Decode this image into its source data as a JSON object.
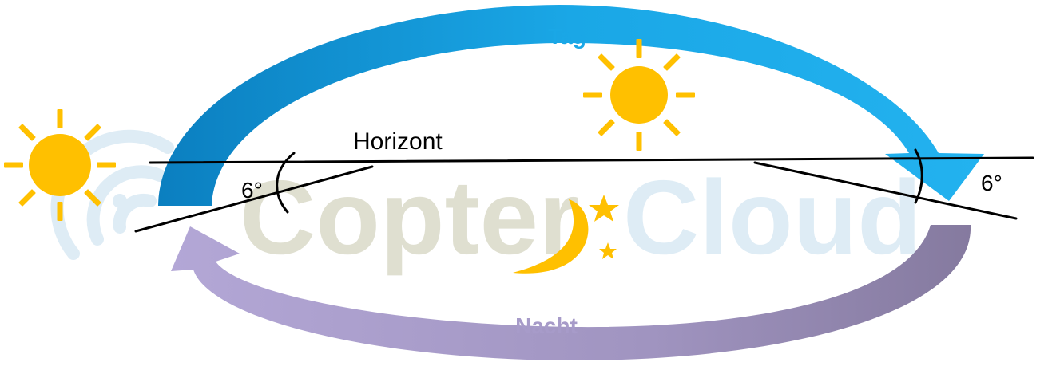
{
  "labels": {
    "day": "Tag",
    "night": "Nacht",
    "horizon": "Horizont",
    "angle_left": "6°",
    "angle_right": "6°"
  },
  "watermark": {
    "part1": "Copter",
    "part2": "Cloud"
  },
  "colors": {
    "day_arrow": "#1aa7e6",
    "day_arrow_dark": "#0b7fc0",
    "night_arrow": "#a79bc9",
    "night_arrow_dark": "#8b7fa8",
    "sun": "#ffc000",
    "moon": "#ffc000",
    "line": "#000000",
    "watermark_grey": "#dcdccc",
    "watermark_blue": "#dbeaf4"
  },
  "icons": [
    "sun-icon",
    "moon-icon",
    "star-icon"
  ]
}
